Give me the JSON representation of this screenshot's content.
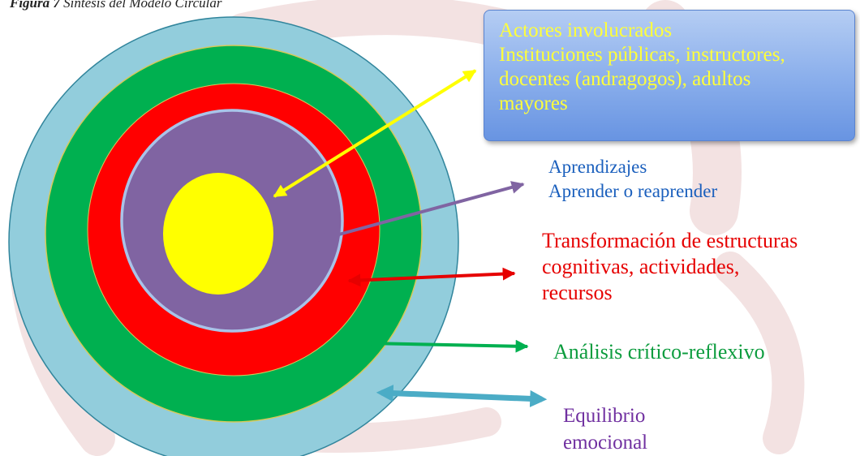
{
  "figure_caption": {
    "label": "Figura 7",
    "title": "Síntesis del Modelo Circular"
  },
  "callout": {
    "lines": [
      "Actores involucrados",
      "Instituciones públicas, instructores,",
      "docentes (andragogos), adultos",
      "mayores"
    ]
  },
  "labels": {
    "learning": [
      "Aprendizajes",
      "Aprender o reaprender"
    ],
    "transformation": [
      "Transformación de estructuras",
      "cognitivas, actividades,",
      "recursos"
    ],
    "analysis": "Análisis crítico-reflexivo",
    "balance": [
      "Equilibrio",
      "emocional"
    ]
  },
  "colors": {
    "outer_ring": "#92cddc",
    "green_ring": "#00b050",
    "red_ring": "#ff0000",
    "purple_ring": "#8064a2",
    "core": "#ffff00",
    "callout_text": "#ffff3a",
    "learning_text": "#1a5fbd",
    "transformation_text": "#e60000",
    "analysis_text": "#0c9c3e",
    "balance_text": "#7030a0"
  }
}
